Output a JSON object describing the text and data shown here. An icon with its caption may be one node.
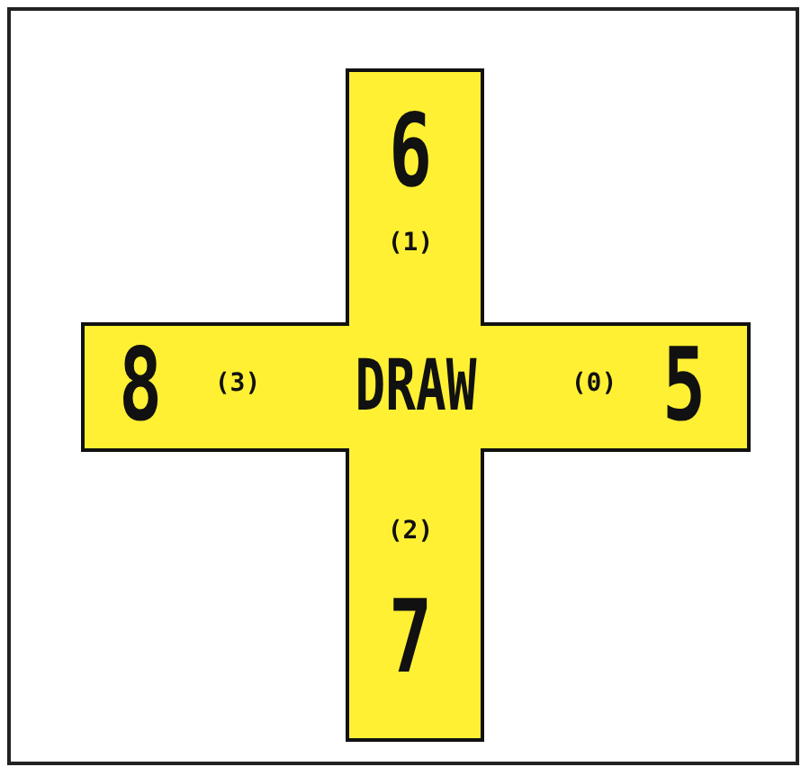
{
  "diagram": {
    "nodes": [
      {
        "text": [
          "6",
          "(1)",
          "8",
          "(3)",
          "DRAW",
          "(0)",
          "5",
          "(2)",
          "7"
        ]
      }
    ]
  }
}
